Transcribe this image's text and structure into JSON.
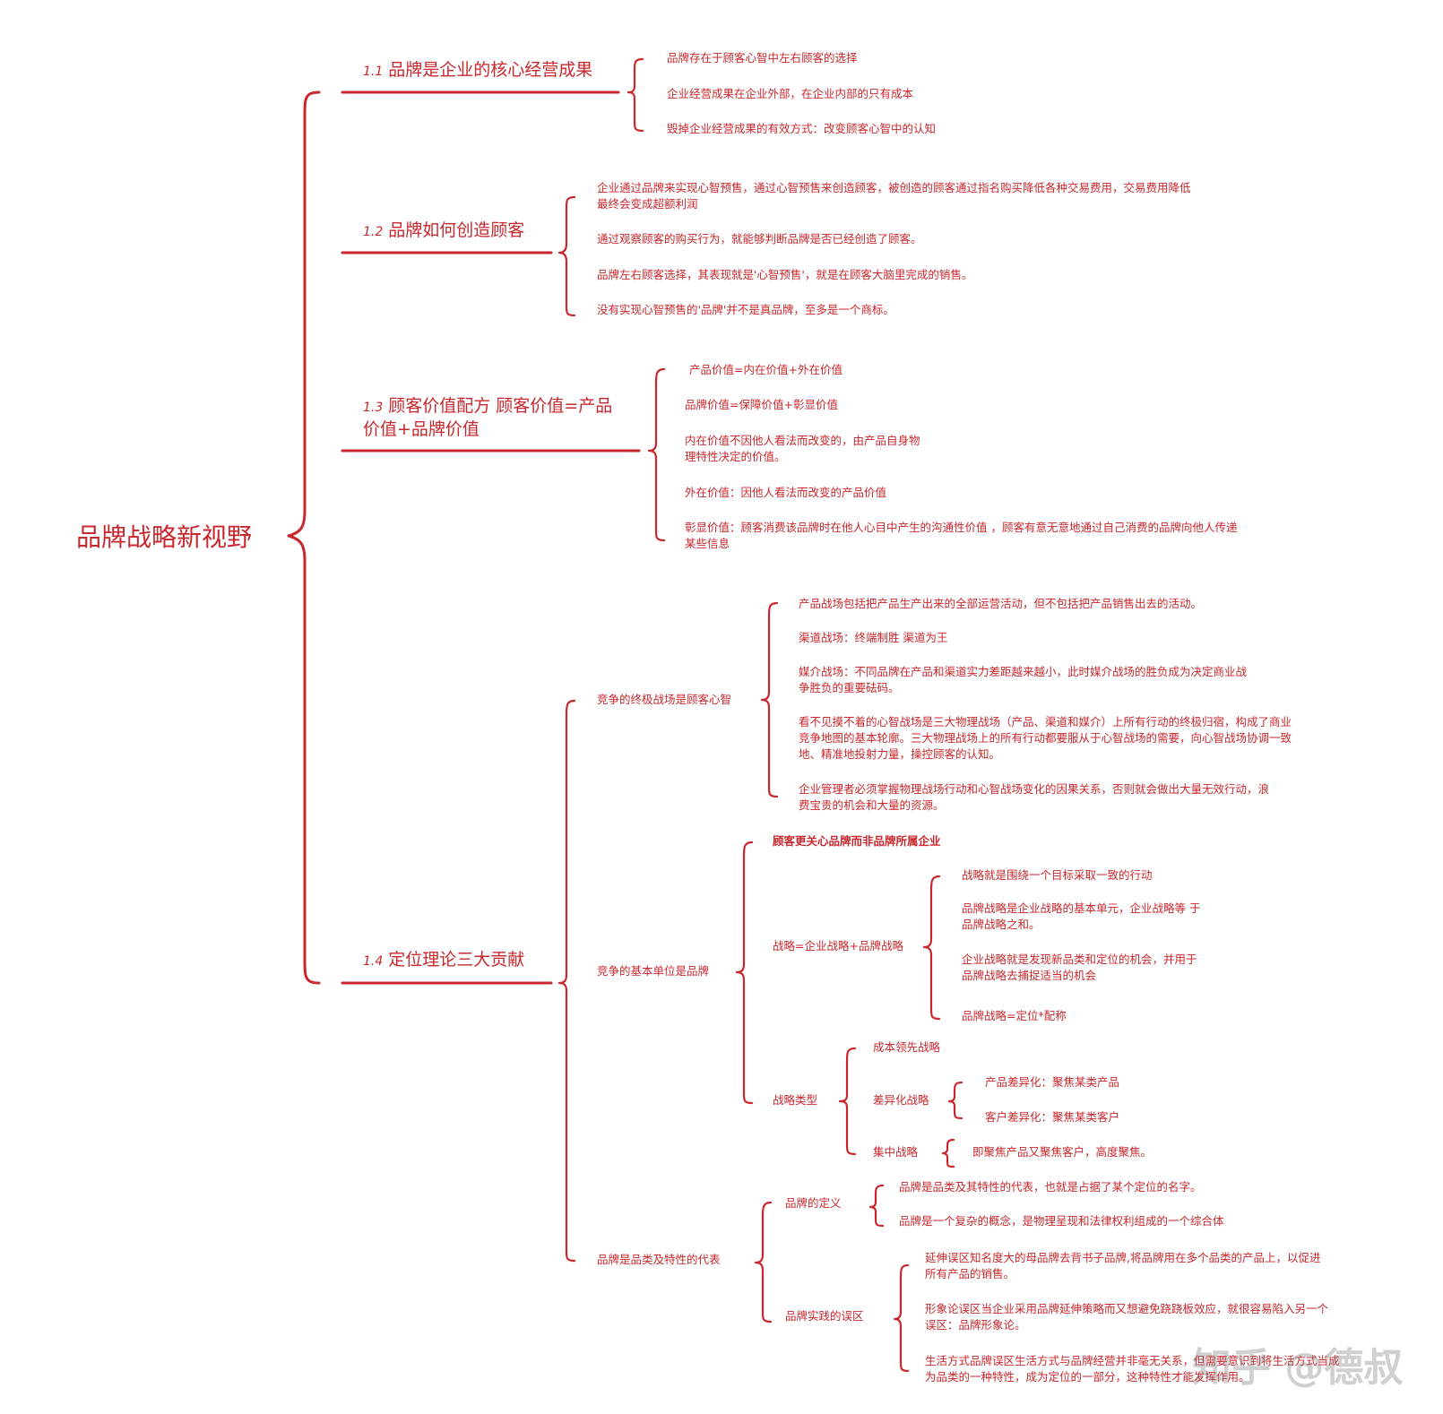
{
  "root": "品牌战略新视野",
  "s1": {
    "num": "1.1",
    "title": "品牌是企业的核心经营成果",
    "items": [
      "品牌存在于顾客心智中左右顾客的选择",
      "企业经营成果在企业外部，在企业内部的只有成本",
      "毁掉企业经营成果的有效方式：改变顾客心智中的认知"
    ]
  },
  "s2": {
    "num": "1.2",
    "title": "品牌如何创造顾客",
    "items": [
      [
        "企业通过品牌来实现心智预售，通过心智预售来创造顾客，被创造的顾客通过指名购买降低各种交易费用，交易费用降低",
        "最终会变成超额利润"
      ],
      [
        "通过观察顾客的购买行为，就能够判断品牌是否已经创造了顾客。"
      ],
      [
        "品牌左右顾客选择，其表现就是'心智预售'，就是在顾客大脑里完成的销售。"
      ],
      [
        "没有实现心智预售的'品牌'并不是真品牌，至多是一个商标。"
      ]
    ]
  },
  "s3": {
    "num": "1.3",
    "title1": "顾客价值配方 顾客价值=产品",
    "title2": "价值+品牌价值",
    "items": [
      [
        "产品价值=内在价值+外在价值"
      ],
      [
        "品牌价值=保障价值+彰显价值"
      ],
      [
        "内在价值不因他人看法而改变的，由产品自身物",
        "理特性决定的价值。"
      ],
      [
        "外在价值：因他人看法而改变的产品价值"
      ],
      [
        "彰显价值：顾客消费该品牌时在他人心目中产生的沟通性价值 ，顾客有意无意地通过自己消费的品牌向他人传递",
        "某些信息"
      ]
    ]
  },
  "s4": {
    "num": "1.4",
    "title": "定位理论三大贡献",
    "b1": {
      "label": "竞争的终极战场是顾客心智",
      "items": [
        [
          "产品战场包括把产品生产出来的全部运营活动，但不包括把产品销售出去的活动。"
        ],
        [
          "渠道战场：终端制胜 渠道为王"
        ],
        [
          "媒介战场：不同品牌在产品和渠道实力差距越来越小，此时媒介战场的胜负成为决定商业战",
          "争胜负的重要砝码。"
        ],
        [
          "看不见摸不着的心智战场是三大物理战场（产品、渠道和媒介）上所有行动的终极归宿，构成了商业",
          "竞争地图的基本轮廓。三大物理战场上的所有行动都要服从于心智战场的需要，向心智战场协调一致",
          "地、精准地投射力量，操控顾客的认知。"
        ],
        [
          "企业管理者必须掌握物理战场行动和心智战场变化的因果关系，否则就会做出大量无效行动，浪",
          "费宝贵的机会和大量的资源。"
        ]
      ]
    },
    "b2": {
      "label": "竞争的基本单位是品牌",
      "top": "顾客更关心品牌而非品牌所属企业",
      "strategy": {
        "label": "战略=企业战略+品牌战略",
        "items": [
          [
            "战略就是围绕一个目标采取一致的行动"
          ],
          [
            "品牌战略是企业战略的基本单元，企业战略等 于",
            "品牌战略之和。"
          ],
          [
            "企业战略就是发现新品类和定位的机会，并用于",
            "品牌战略去捕捉适当的机会"
          ],
          [
            "品牌战略=定位*配称"
          ]
        ]
      },
      "types": {
        "label": "战略类型",
        "cost": "成本领先战略",
        "diff": "差异化战略",
        "diff_items": [
          "产品差异化：聚焦某类产品",
          "客户差异化：聚焦某类客户"
        ],
        "focus": "集中战略",
        "focus_item": "即聚焦产品又聚焦客户，高度聚焦。"
      }
    },
    "b3": {
      "label": "品牌是品类及特性的代表",
      "def": {
        "label": "品牌的定义",
        "items": [
          "品牌是品类及其特性的代表，也就是占据了某个定位的名字。",
          "品牌是一个复杂的概念，是物理呈现和法律权利组成的一个综合体"
        ]
      },
      "err": {
        "label": "品牌实践的误区",
        "items": [
          [
            "延伸误区知名度大的母品牌去背书子品牌,将品牌用在多个品类的产品上，以促进",
            "所有产品的销售。"
          ],
          [
            "形象论误区当企业采用品牌延伸策略而又想避免跷跷板效应，就很容易陷入另一个",
            "误区：品牌形象论。"
          ],
          [
            "生活方式品牌误区生活方式与品牌经营并非毫无关系，但需要意识到将生活方式当成",
            "为品类的一种特性，成为定位的一部分，这种特性才能发挥作用。"
          ]
        ]
      }
    }
  },
  "watermark": "知乎 @德叔"
}
